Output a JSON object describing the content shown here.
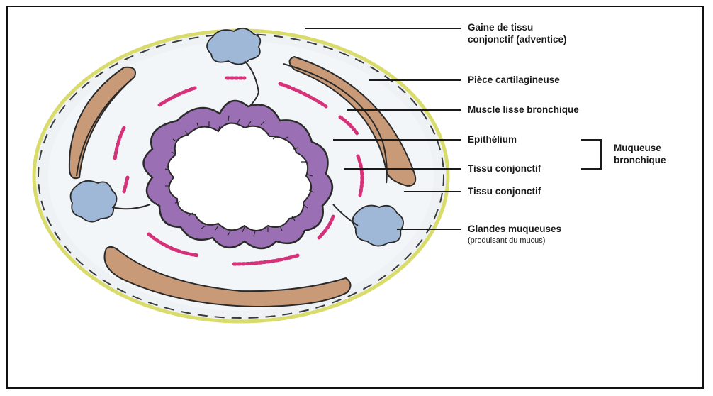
{
  "labels": {
    "gaine": {
      "line1": "Gaine de tissu",
      "line2": "conjonctif (adventice)"
    },
    "piece": "Pièce cartilagineuse",
    "muscle": "Muscle lisse bronchique",
    "epithelium": "Epithélium",
    "tissu_muqueuse": "Tissu conjonctif",
    "muqueuse": {
      "line1": "Muqueuse",
      "line2": "bronchique"
    },
    "tissu_externe": "Tissu conjonctif",
    "glandes": {
      "line1": "Glandes muqueuses",
      "line2": "(produisant du mucus)"
    }
  },
  "colors": {
    "adventitia": "#d9dc6a",
    "cartilage": "#c99a78",
    "muscle": "#d6327a",
    "mucosa": "#9b6fb3",
    "gland": "#9fb8d8",
    "outline": "#2a2a2a"
  }
}
